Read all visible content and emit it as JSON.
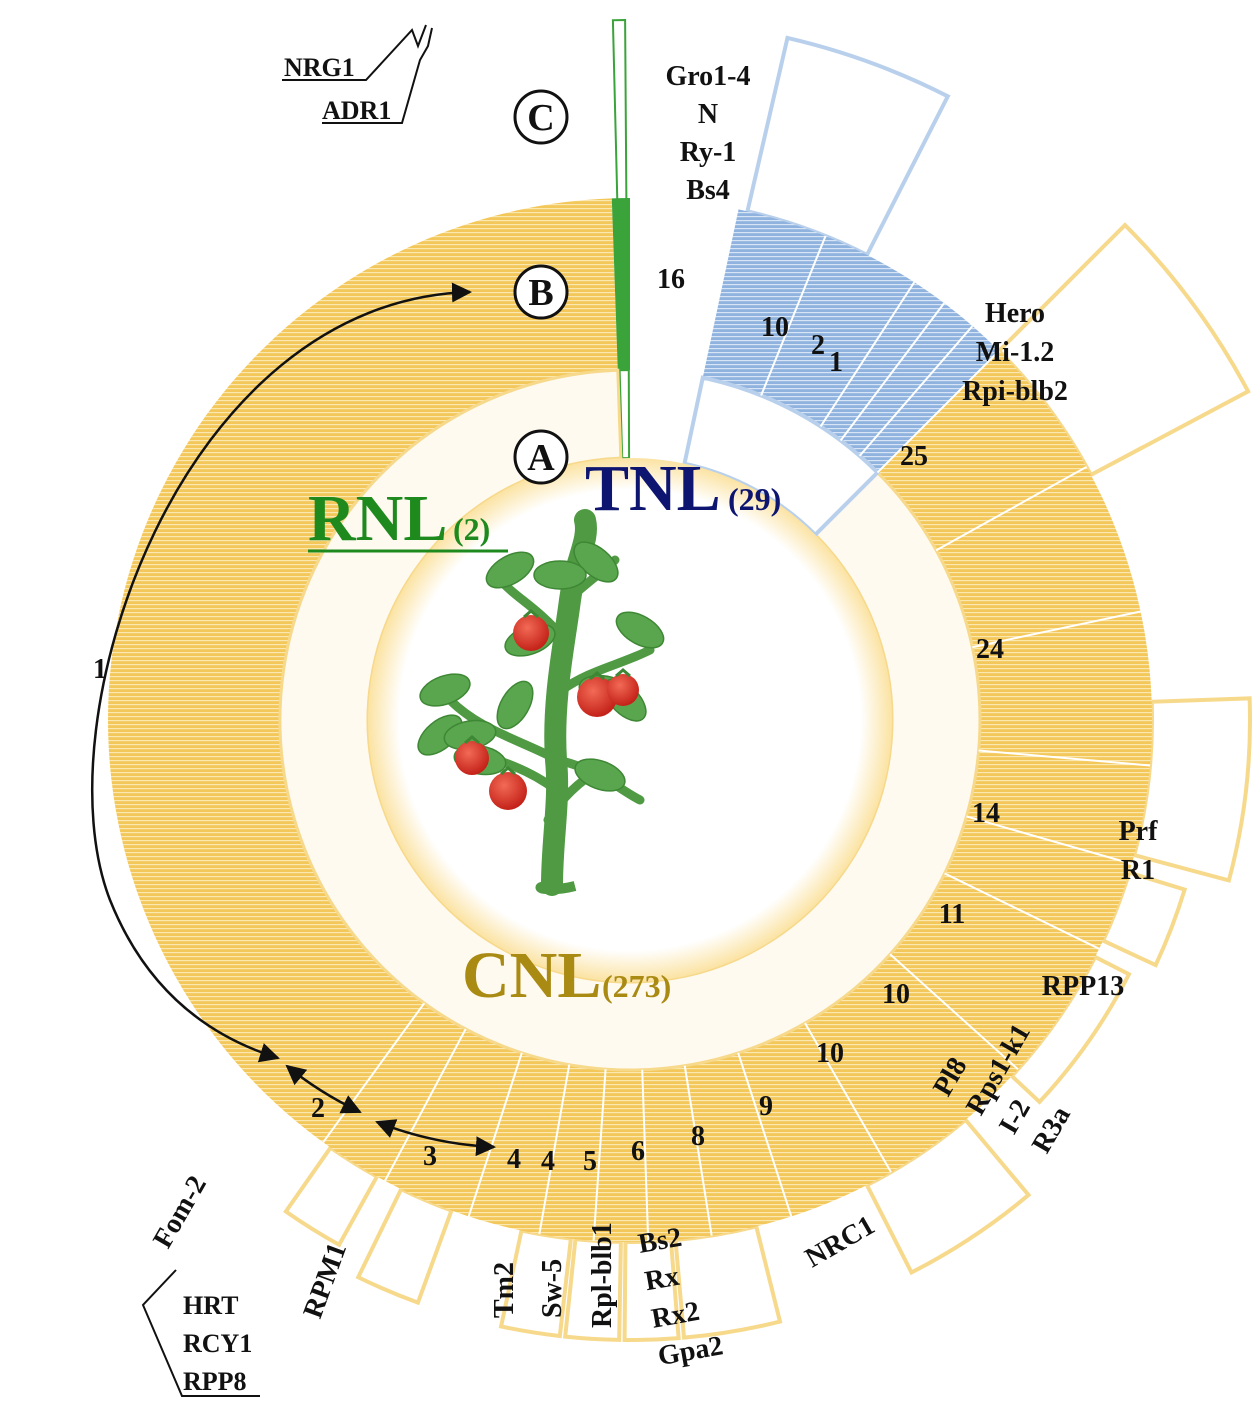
{
  "circle_labels": {
    "A": "A",
    "B": "B",
    "C": "C"
  },
  "classes": {
    "rnl": {
      "name": "RNL",
      "count": "(2)",
      "color": "#1e8a1e"
    },
    "tnl": {
      "name": "TNL",
      "count": "(29)",
      "color": "#0d1570"
    },
    "cnl": {
      "name": "CNL",
      "count": "(273)",
      "color": "#a98a12"
    }
  },
  "clade_counts": {
    "tnl": [
      "16",
      "10",
      "2",
      "1"
    ],
    "cnl_right": [
      "25",
      "24",
      "14",
      "11",
      "10",
      "10",
      "9",
      "8",
      "6",
      "5",
      "4",
      "4",
      "3",
      "2",
      "1"
    ]
  },
  "known_genes": {
    "rnl": [
      "NRG1",
      "ADR1"
    ],
    "tnl": [
      "Gro1-4",
      "N",
      "Ry-1",
      "Bs4"
    ],
    "cnl_25": [
      "Hero",
      "Mi-1.2",
      "Rpi-blb2"
    ],
    "cnl_14": [
      "Prf",
      "R1"
    ],
    "cnl_11": [
      "RPP13"
    ],
    "cnl_10": [
      "Pl8",
      "Rps1-k1",
      "I-2",
      "R3a"
    ],
    "cnl_9": [
      "NRC1"
    ],
    "cnl_6": [
      "Bs2",
      "Rx",
      "Rx2",
      "Gpa2"
    ],
    "cnl_5": [
      "Rpl-blb1"
    ],
    "cnl_4b": [
      "Sw-5"
    ],
    "cnl_4a": [
      "Tm2"
    ],
    "cnl_3": [
      "RPM1"
    ],
    "cnl_2": [
      "Fom-2"
    ],
    "cnl_1": [
      "HRT",
      "RCY1",
      "RPP8"
    ]
  },
  "colors": {
    "cnl_fill": "#f3c75a",
    "cnl_stripe": "#fbe7b0",
    "cnl_edge": "#f7d98c",
    "tnl_fill": "#8fb3de",
    "tnl_stripe": "#d6e4f5",
    "tnl_edge": "#b9d0ec",
    "rnl_fill": "#3aa33a",
    "leaf": "#5aa64e",
    "stem": "#4f9a43",
    "tomato": "#d9322a"
  }
}
